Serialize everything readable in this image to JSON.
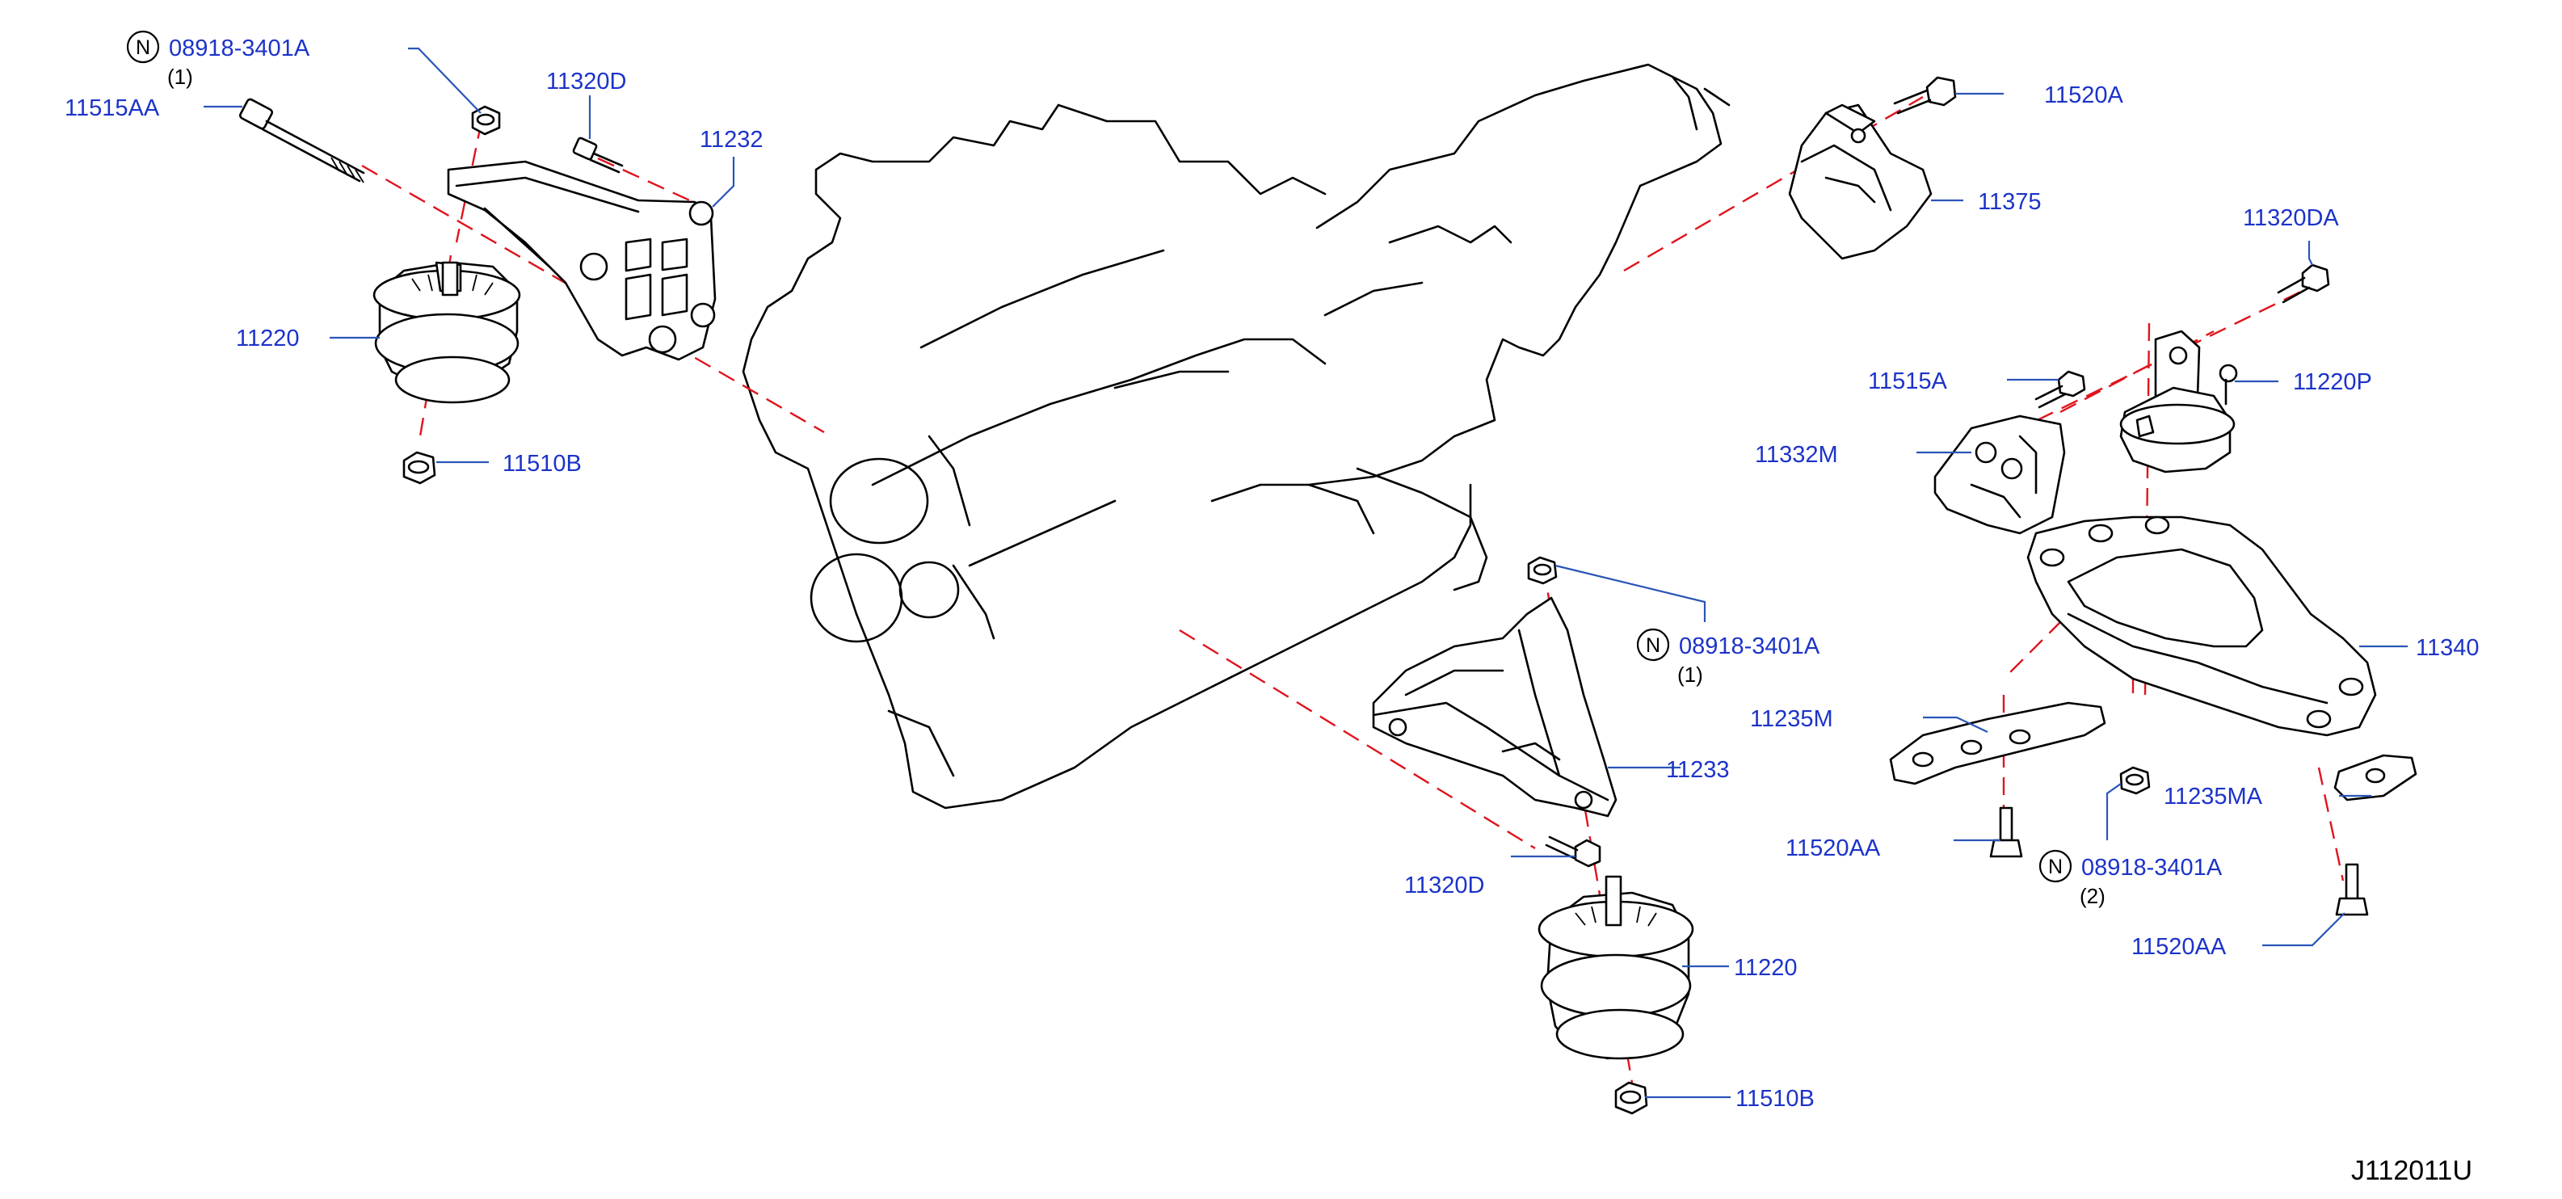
{
  "diagram": {
    "drawing_code": "J112011U",
    "part_labels": {
      "p_08918_3401A_a": "08918-3401A",
      "p_08918_3401A_b": "08918-3401A",
      "p_08918_3401A_c": "08918-3401A",
      "p_11515AA": "11515AA",
      "p_11320D_a": "11320D",
      "p_11232": "11232",
      "p_11220_a": "11220",
      "p_11510B_a": "11510B",
      "p_11520A": "11520A",
      "p_11375": "11375",
      "p_11320DA": "11320DA",
      "p_11515A": "11515A",
      "p_11220P": "11220P",
      "p_11332M": "11332M",
      "p_11340": "11340",
      "p_11235M": "11235M",
      "p_11233": "11233",
      "p_11235MA": "11235MA",
      "p_11520AA_a": "11520AA",
      "p_11320D_b": "11320D",
      "p_11220_b": "11220",
      "p_11520AA_b": "11520AA",
      "p_11510B_b": "11510B"
    },
    "quantities": {
      "q_a": "(1)",
      "q_b": "(1)",
      "q_c": "(2)"
    },
    "n_marks": {
      "n_a": "N",
      "n_b": "N",
      "n_c": "N"
    },
    "colors": {
      "label_text": "#1c33c9",
      "leader_line": "#2a55b8",
      "assembly_line": "#e0141e",
      "outline": "#000000"
    }
  }
}
